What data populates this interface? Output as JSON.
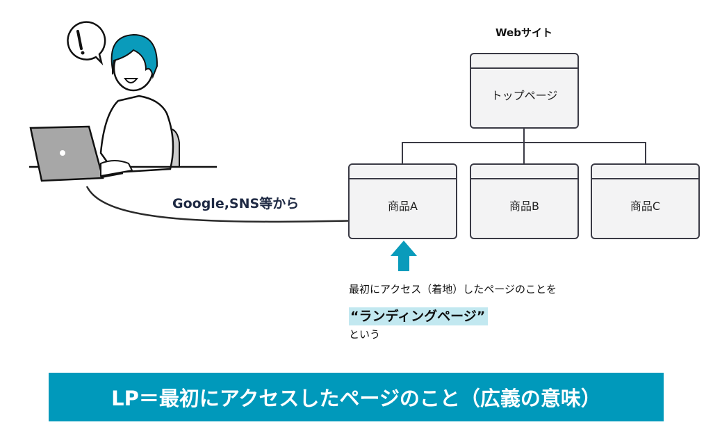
{
  "site_title": "Webサイト",
  "top_page": "トップページ",
  "products": [
    "商品A",
    "商品B",
    "商品C"
  ],
  "source_label": "Google,SNS等から",
  "caption_line1": "最初にアクセス（着地）したページのことを",
  "caption_highlight": "“ランディングページ”",
  "caption_line3": "という",
  "banner": "LP＝最初にアクセスしたページのこと（広義の意味）",
  "colors": {
    "accent": "#0099bb",
    "highlight": "#c2e8f0",
    "box": "#f3f3f4"
  }
}
